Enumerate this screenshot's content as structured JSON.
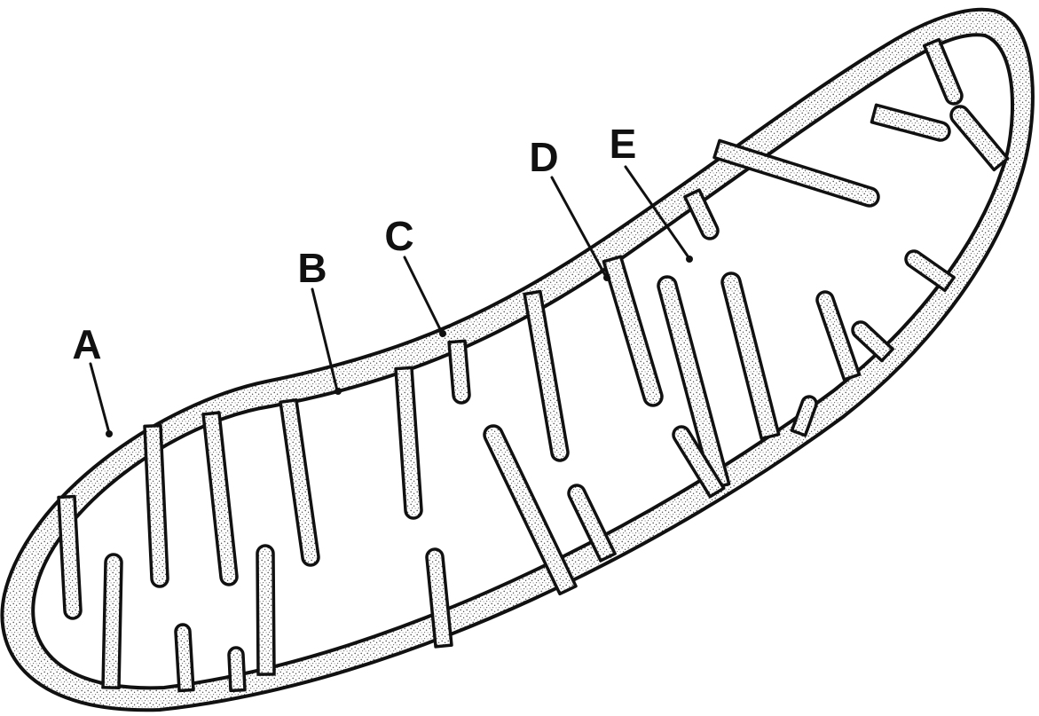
{
  "labels": {
    "a": "A",
    "b": "B",
    "c": "C",
    "d": "D",
    "e": "E"
  },
  "colors": {
    "ink": "#111111",
    "background": "#ffffff",
    "stipple": "#8a8a8a"
  }
}
